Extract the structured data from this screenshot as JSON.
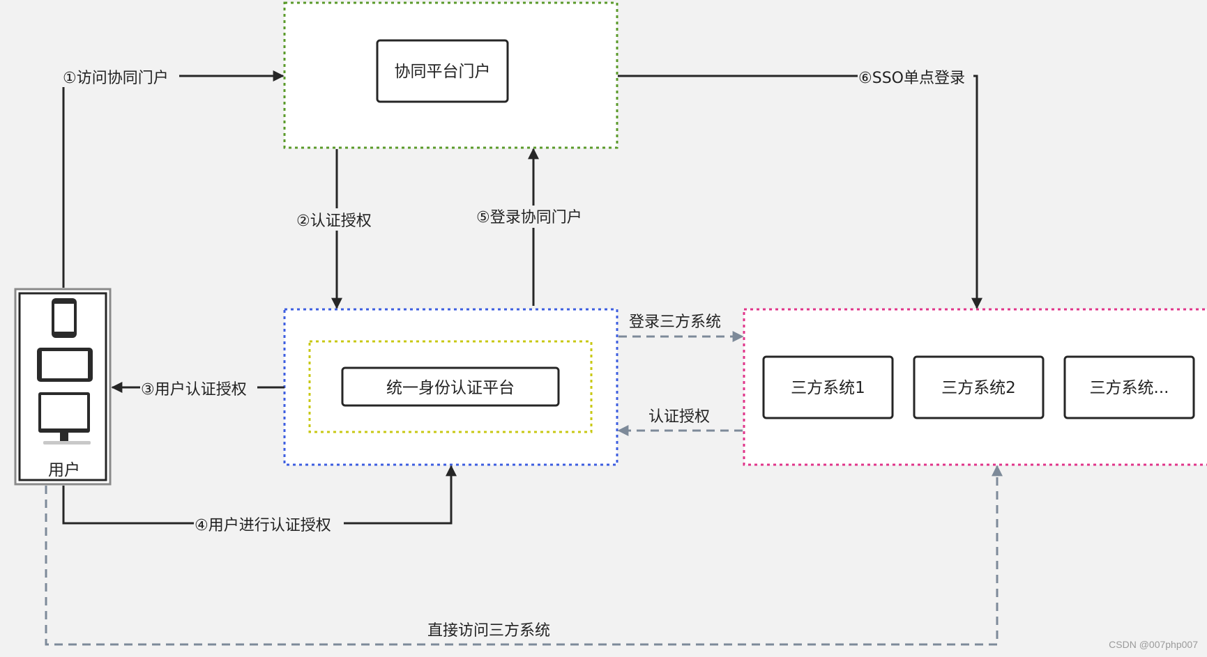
{
  "nodes": {
    "portal": "协同平台门户",
    "uia": "统一身份认证平台",
    "user": "用户",
    "third_parties": [
      "三方系统1",
      "三方系统2",
      "三方系统..."
    ]
  },
  "edges": {
    "e1": "①访问协同门户",
    "e2": "②认证授权",
    "e3": "③用户认证授权",
    "e4": "④用户进行认证授权",
    "e5": "⑤登录协同门户",
    "e6": "⑥SSO单点登录",
    "login_third": "登录三方系统",
    "auth_back": "认证授权",
    "direct": "直接访问三方系统"
  },
  "watermark": "CSDN @007php007",
  "colors": {
    "portal_border": "#5a9a2a",
    "uia_border": "#3d5ee0",
    "uia_inner_border": "#c8c814",
    "third_border": "#e0358a",
    "solid_line": "#262626",
    "dashed_line": "#7d8a99"
  }
}
